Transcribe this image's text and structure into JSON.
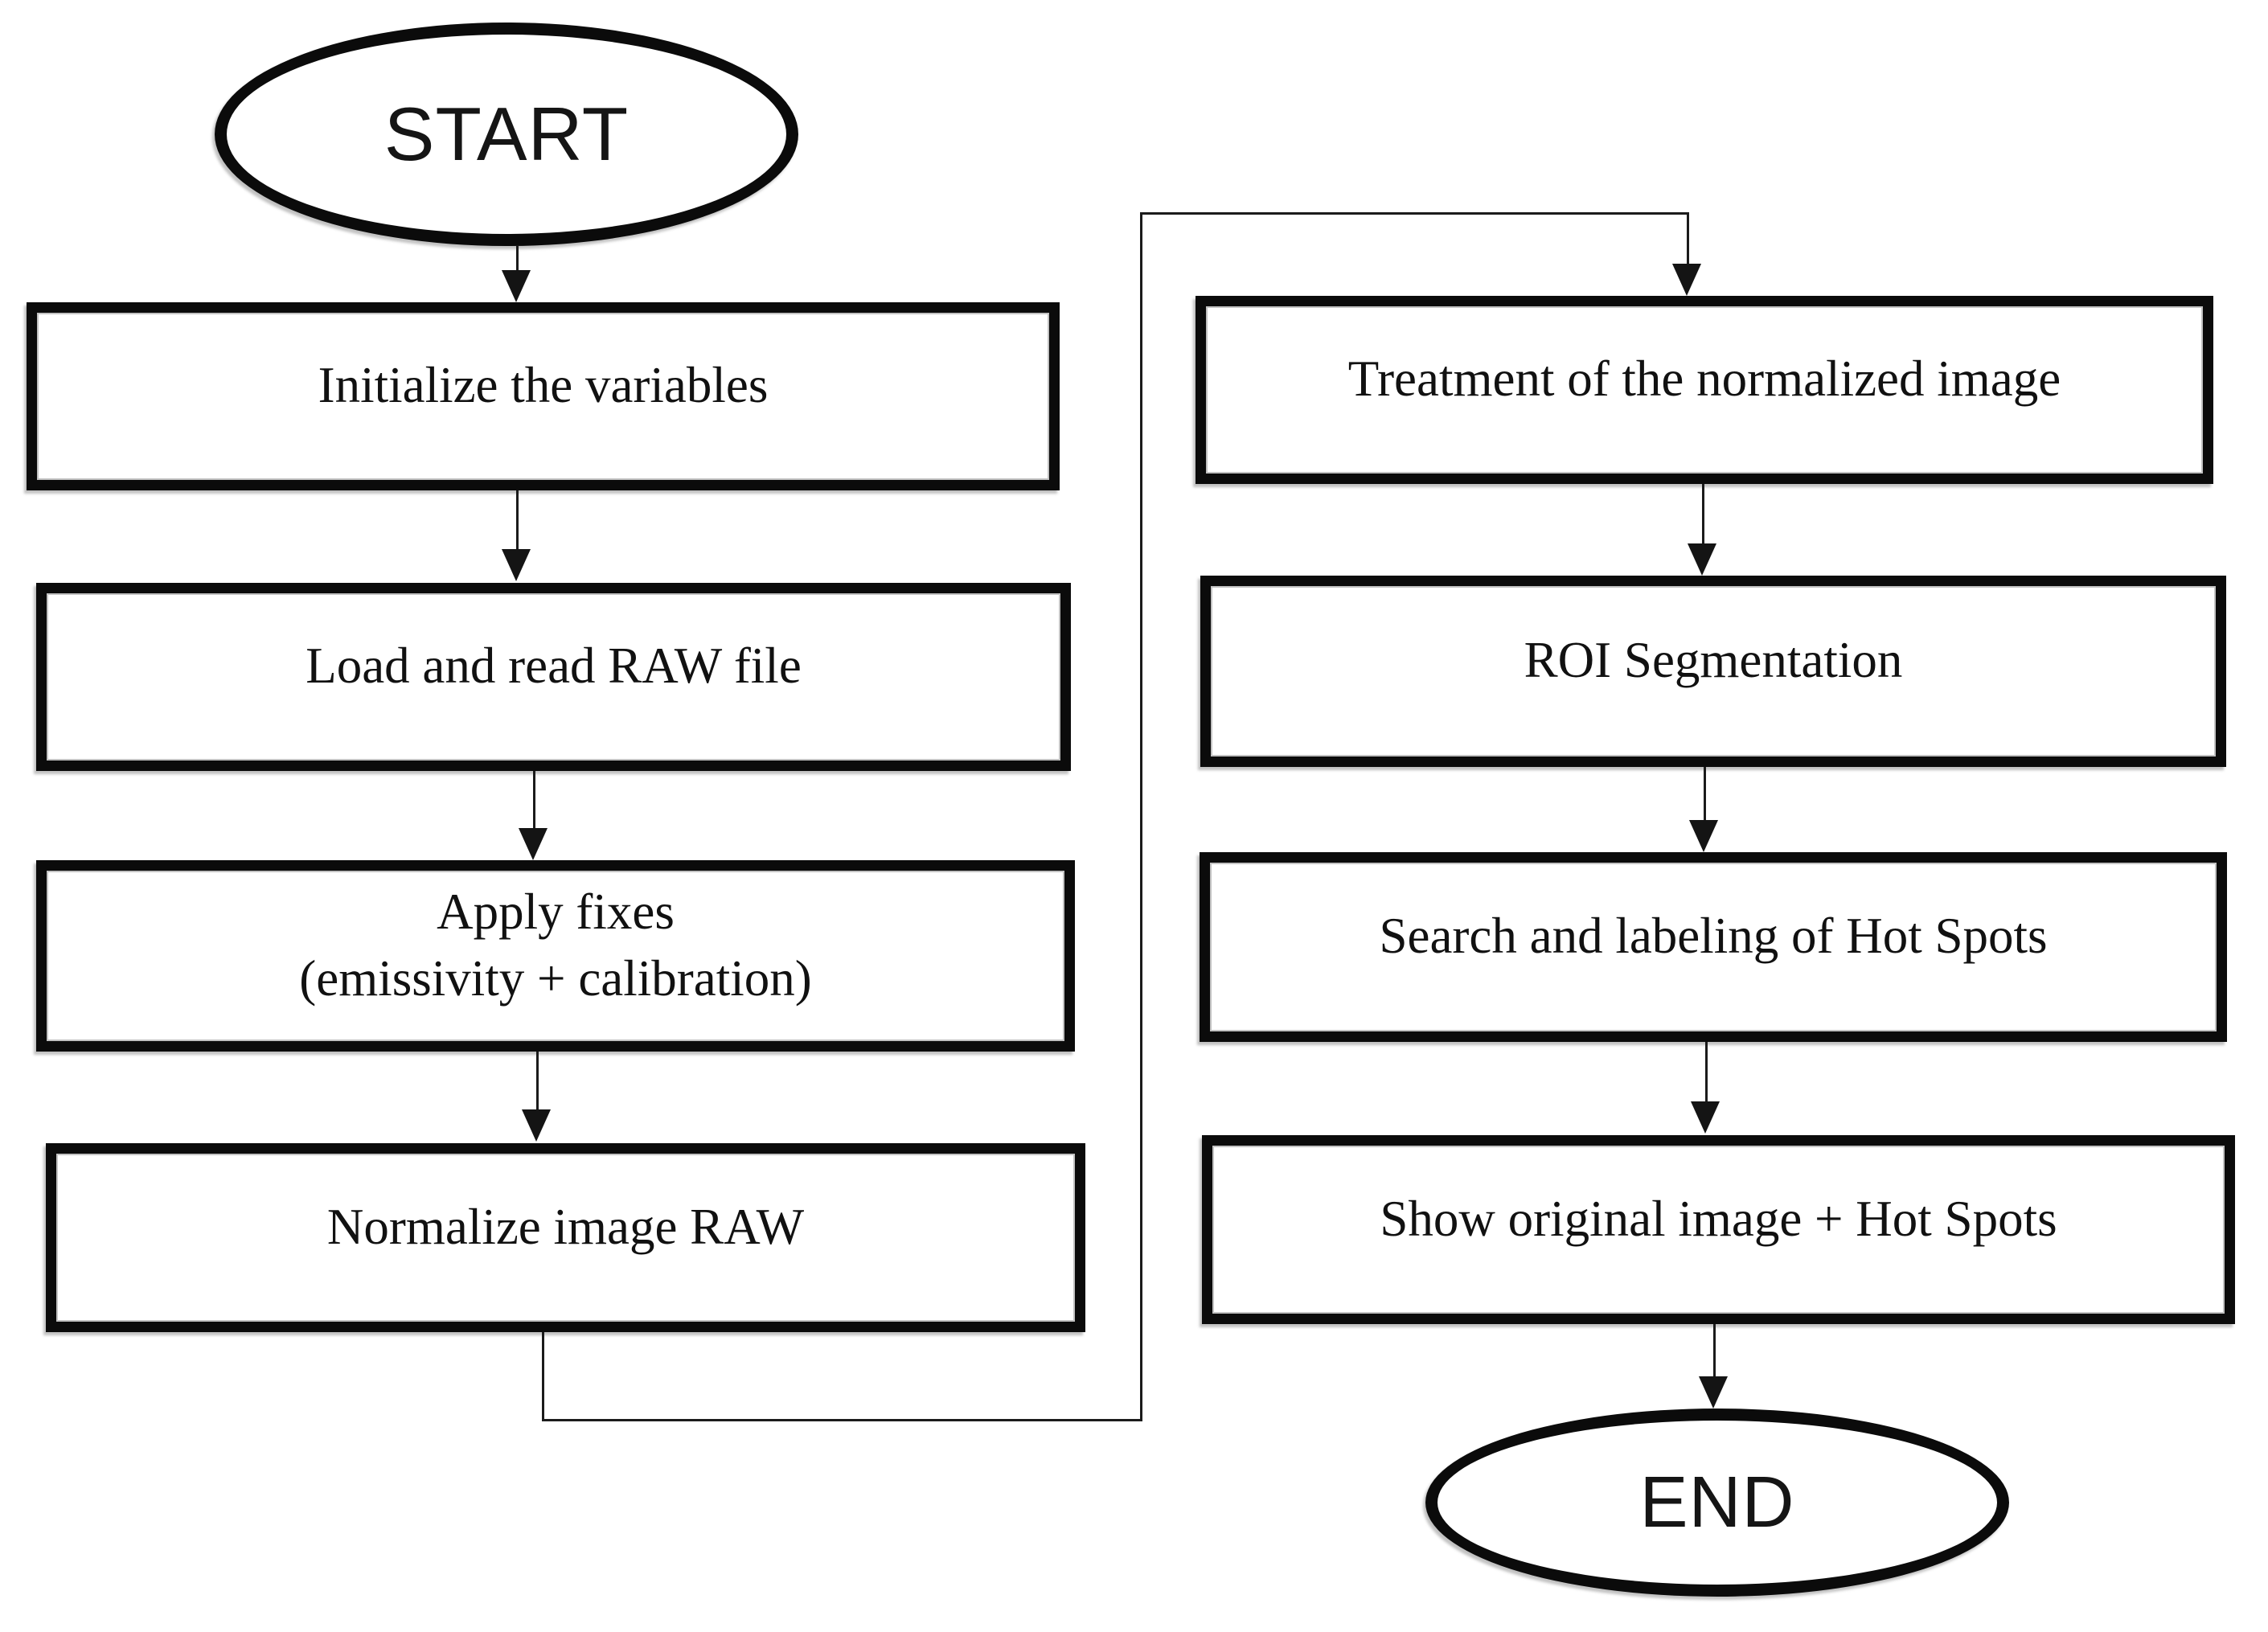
{
  "flowchart": {
    "start_label": "START",
    "end_label": "END",
    "steps": [
      {
        "label": "Initialize the variables"
      },
      {
        "label": "Load and read RAW file"
      },
      {
        "label": "Apply fixes\n(emissivity + calibration)"
      },
      {
        "label": "Normalize image RAW"
      },
      {
        "label": "Treatment of the normalized image"
      },
      {
        "label": "ROI Segmentation"
      },
      {
        "label": "Search and labeling of Hot Spots"
      },
      {
        "label": "Show original image + Hot Spots"
      }
    ],
    "edges": [
      {
        "from": "START",
        "to": "Initialize the variables"
      },
      {
        "from": "Initialize the variables",
        "to": "Load and read RAW file"
      },
      {
        "from": "Load and read RAW file",
        "to": "Apply fixes (emissivity + calibration)"
      },
      {
        "from": "Apply fixes (emissivity + calibration)",
        "to": "Normalize image RAW"
      },
      {
        "from": "Normalize image RAW",
        "to": "Treatment of the normalized image"
      },
      {
        "from": "Treatment of the normalized image",
        "to": "ROI Segmentation"
      },
      {
        "from": "ROI Segmentation",
        "to": "Search and labeling of Hot Spots"
      },
      {
        "from": "Search and labeling of Hot Spots",
        "to": "Show original image + Hot Spots"
      },
      {
        "from": "Show original image + Hot Spots",
        "to": "END"
      }
    ],
    "colors": {
      "ink": "#0b0b0b",
      "background": "#ffffff"
    }
  }
}
